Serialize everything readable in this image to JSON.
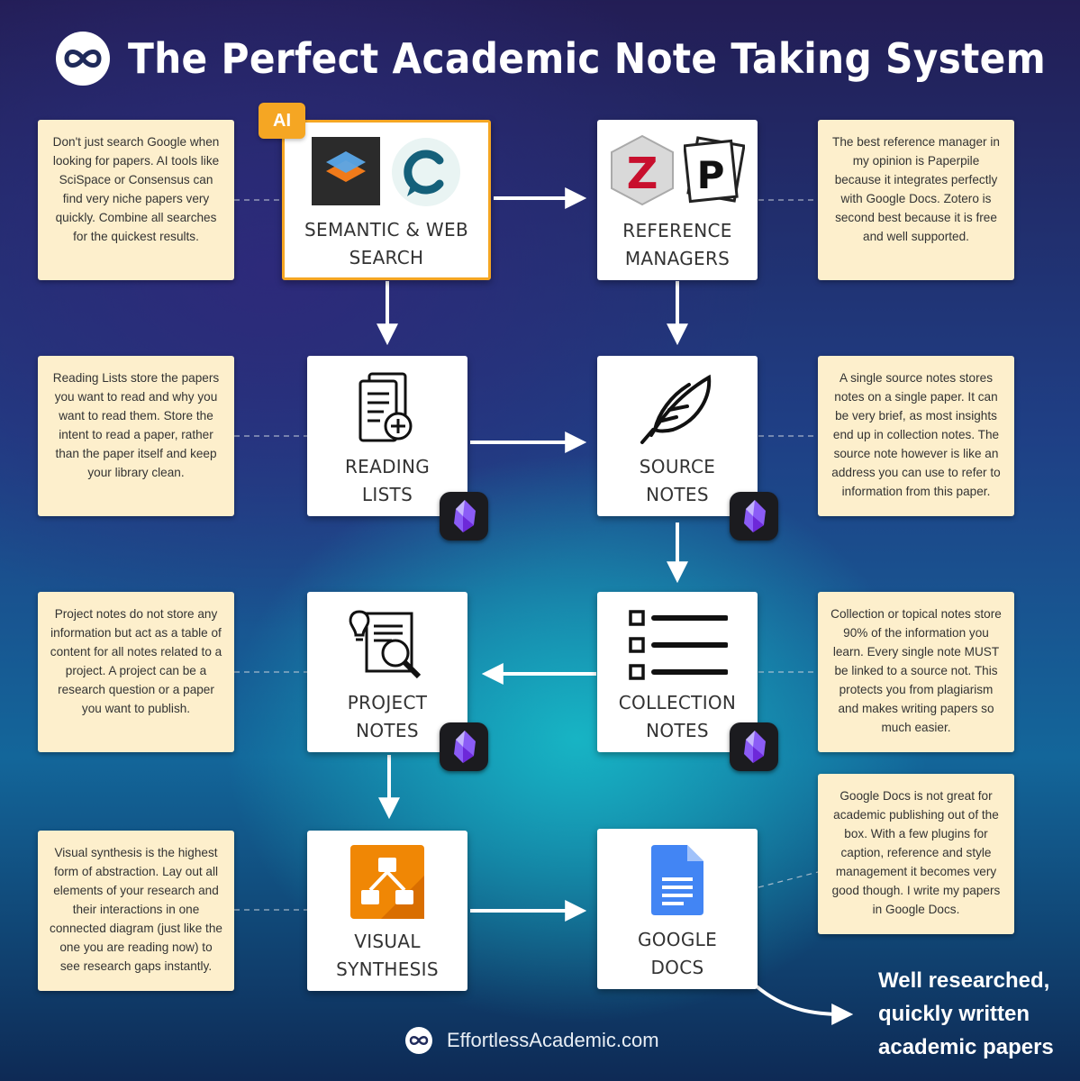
{
  "header": {
    "title": "The Perfect Academic Note Taking System"
  },
  "ai_badge": "AI",
  "cards": {
    "semantic": {
      "line1": "SEMANTIC & WEB",
      "line2": "SEARCH"
    },
    "reference": {
      "line1": "REFERENCE",
      "line2": "MANAGERS"
    },
    "reading": {
      "line1": "READING",
      "line2": "LISTS"
    },
    "source": {
      "line1": "SOURCE",
      "line2": "NOTES"
    },
    "project": {
      "line1": "PROJECT",
      "line2": "NOTES"
    },
    "collection": {
      "line1": "COLLECTION",
      "line2": "NOTES"
    },
    "visual": {
      "line1": "VISUAL",
      "line2": "SYNTHESIS"
    },
    "gdocs": {
      "line1": "GOOGLE",
      "line2": "DOCS"
    }
  },
  "notes": {
    "semantic": "Don't just search Google when looking for papers. AI tools like SciSpace or Consensus can find very niche papers very quickly. Combine all searches for the quickest results.",
    "reference": "The best reference manager in my opinion is Paperpile because it integrates perfectly with Google Docs. Zotero is second best because it is free and well supported.",
    "reading": "Reading Lists store the papers you want to read and why you want to read them. Store the intent to read a paper, rather than the paper itself and keep your library clean.",
    "source": "A single source notes stores notes on a single paper. It can be very brief, as most insights end up in collection notes. The source note however is like an address you can use to refer to information from this paper.",
    "project": "Project notes do not store any information but act as a table of content for all notes related to a project. A project can be a research question or a paper you want to publish.",
    "collection": "Collection or topical notes store 90% of the information you learn. Every single note MUST be linked to a source not. This protects you from plagiarism and makes writing papers so much easier.",
    "visual": "Visual synthesis is the highest form of abstraction. Lay out all elements of your research and their interactions in one connected diagram (just like the one you are reading now) to see research gaps instantly.",
    "gdocs": "Google Docs is not great for academic publishing out of the box. With a few plugins for caption, reference and style management it becomes very good though. I write my papers in Google Docs."
  },
  "outcome": {
    "line1": "Well researched,",
    "line2": "quickly written",
    "line3": "academic papers"
  },
  "footer": {
    "site": "EffortlessAcademic.com"
  },
  "icons": {
    "logo": "infinity-logo-icon",
    "scispace": "scispace-icon",
    "consensus": "consensus-icon",
    "zotero": "zotero-icon",
    "paperpile": "paperpile-icon",
    "reading": "reading-list-icon",
    "source": "quill-feather-icon",
    "project": "lightbulb-search-document-icon",
    "collection": "checklist-icon",
    "visual": "diagram-app-icon",
    "gdocs": "google-docs-icon",
    "obsidian": "obsidian-icon"
  },
  "colors": {
    "note_bg": "#fdefcc",
    "ai_accent": "#f5a623",
    "obsidian_purple": "#8b5cf6"
  }
}
